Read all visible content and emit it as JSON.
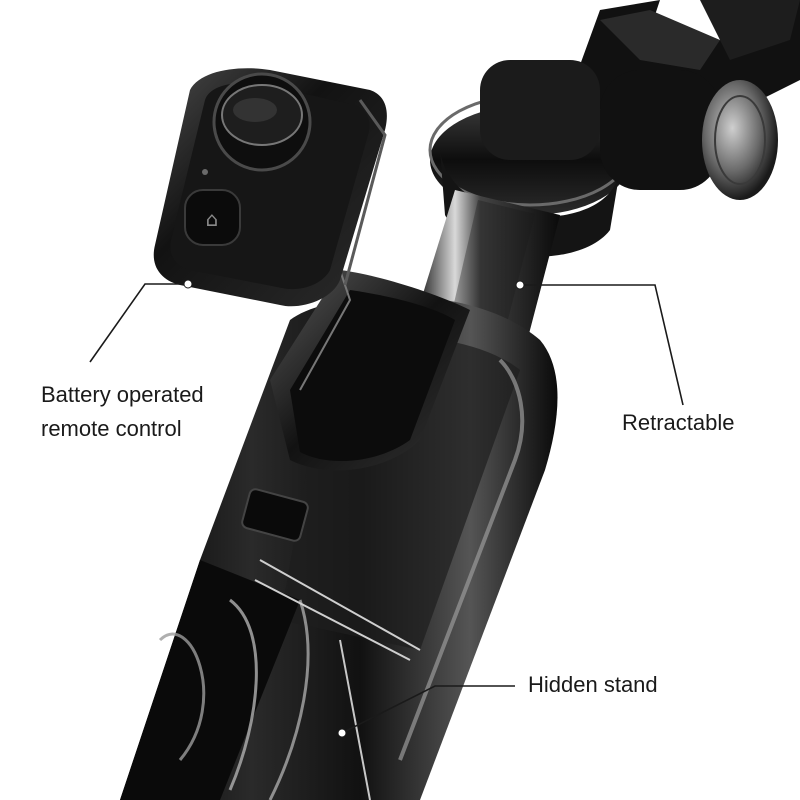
{
  "image": {
    "subject": "selfie-stick-tripod",
    "background_color": "#ffffff",
    "product_color": "#1c1c1c"
  },
  "callouts": {
    "remote": {
      "line1": "Battery operated",
      "line2": "remote control"
    },
    "retractable": {
      "text": "Retractable"
    },
    "stand": {
      "text": "Hidden stand"
    }
  }
}
